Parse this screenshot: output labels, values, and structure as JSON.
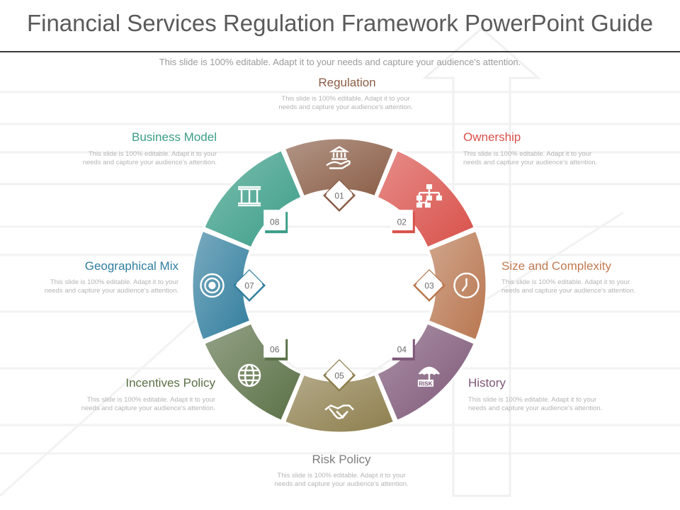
{
  "title": "Financial Services Regulation Framework PowerPoint Guide",
  "subtitle": "This slide is 100% editable. Adapt it to your needs and capture your audience's attention.",
  "segments": [
    {
      "number": "01",
      "label": "Regulation",
      "desc": "This slide is 100% editable. Adapt it to your needs and capture your audience's attention.",
      "color": "#8a5d46",
      "icon": "bank-hand-icon"
    },
    {
      "number": "02",
      "label": "Ownership",
      "desc": "This slide is 100% editable. Adapt it to your needs and capture your audience's attention.",
      "color": "#d9504a",
      "icon": "org-chart-icon"
    },
    {
      "number": "03",
      "label": "Size and Complexity",
      "desc": "This slide is 100% editable. Adapt it to your needs and capture your audience's attention.",
      "color": "#b8764f",
      "icon": "clock-icon"
    },
    {
      "number": "04",
      "label": "History",
      "desc": "This slide is 100% editable. Adapt it to your needs and capture your audience's attention.",
      "color": "#7e5778",
      "icon": "risk-umbrella-icon"
    },
    {
      "number": "05",
      "label": "Risk Policy",
      "desc": "This slide is 100% editable. Adapt it to your needs and capture your audience's attention.",
      "color": "#8d7e4c",
      "icon": "handshake-icon"
    },
    {
      "number": "06",
      "label": "Incentives Policy",
      "desc": "This slide is 100% editable. Adapt it to your needs and capture your audience's attention.",
      "color": "#5a7046",
      "icon": "globe-icon"
    },
    {
      "number": "07",
      "label": "Geographical Mix",
      "desc": "This slide is 100% editable. Adapt it to your needs and capture your audience's attention.",
      "color": "#327e9e",
      "icon": "target-icon"
    },
    {
      "number": "08",
      "label": "Business Model",
      "desc": "This slide is 100% editable. Adapt it to your needs and capture your audience's attention.",
      "color": "#3a9d87",
      "icon": "pillars-icon"
    }
  ],
  "colors": {
    "title": "#5a5a5a",
    "regulation_label": "#8a5d46",
    "ownership_label": "#d9504a",
    "size_label": "#c27a52",
    "history_label": "#7e5778",
    "risk_label": "#7d7d7d",
    "incentives_label": "#5a7046",
    "geo_label": "#2f7ea0",
    "business_label": "#3a9d87"
  }
}
